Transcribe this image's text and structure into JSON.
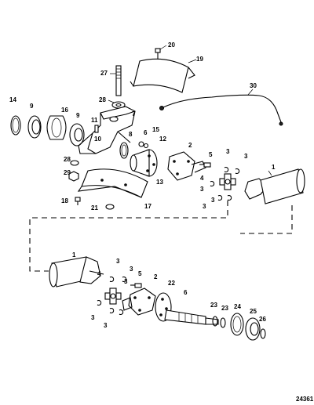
{
  "figure_number": "24361",
  "callouts": {
    "c1": "20",
    "c2": "19",
    "c3": "27",
    "c4": "30",
    "c5": "28",
    "c6": "7",
    "c7": "14",
    "c8": "9",
    "c9": "16",
    "c10": "9",
    "c11": "11",
    "c12": "8",
    "c13": "15",
    "c14": "6",
    "c15": "12",
    "c16": "10",
    "c17": "2",
    "c18": "5",
    "c19": "3",
    "c20": "3",
    "c21": "1",
    "c22": "28",
    "c23": "29",
    "c24": "13",
    "c25": "4",
    "c26": "3",
    "c27": "3",
    "c28": "3",
    "c29": "18",
    "c30": "21",
    "c31": "17",
    "c32": "1",
    "c33": "3",
    "c34": "3",
    "c35": "5",
    "c36": "4",
    "c37": "3",
    "c38": "2",
    "c39": "22",
    "c40": "6",
    "c41": "3",
    "c42": "3",
    "c43": "23",
    "c44": "23",
    "c45": "24",
    "c46": "25",
    "c47": "26"
  }
}
